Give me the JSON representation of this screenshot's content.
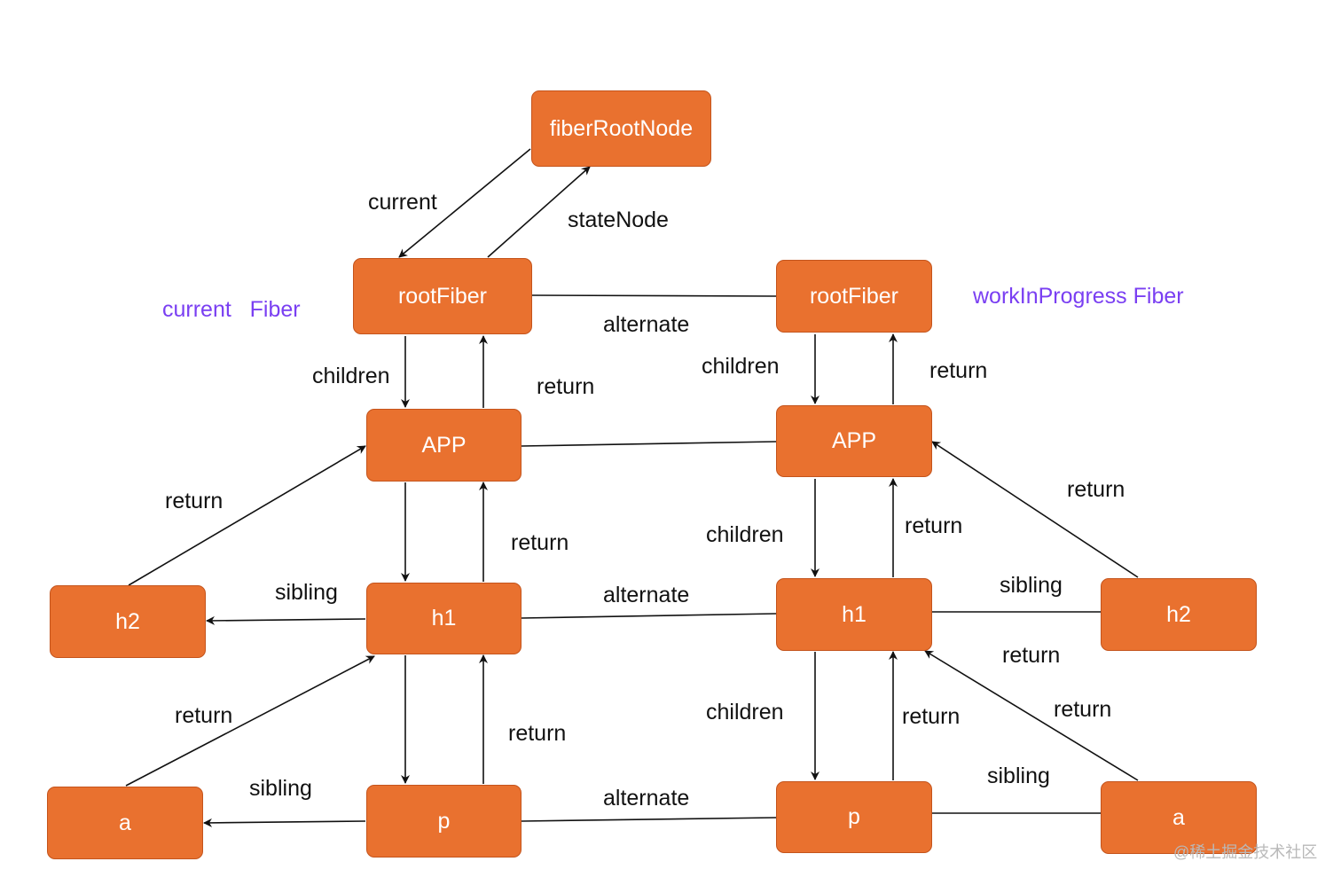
{
  "titles": {
    "current_fiber": "current   Fiber",
    "wip_fiber": "workInProgress Fiber"
  },
  "nodes": {
    "fiber_root_node": "fiberRootNode",
    "cur_root_fiber": "rootFiber",
    "wip_root_fiber": "rootFiber",
    "cur_app": "APP",
    "wip_app": "APP",
    "cur_h1": "h1",
    "wip_h1": "h1",
    "cur_h2": "h2",
    "wip_h2": "h2",
    "cur_p": "p",
    "wip_p": "p",
    "cur_a": "a",
    "wip_a": "a"
  },
  "edge_labels": {
    "current": "current",
    "state_node": "stateNode",
    "alternate_root": "alternate",
    "alternate_h1": "alternate",
    "alternate_p": "alternate",
    "cur_children_root_app": "children",
    "cur_return_app_root": "return",
    "cur_return_h2_app": "return",
    "cur_return_h1_app": "return",
    "cur_sibling_h1_h2": "sibling",
    "cur_return_a_h1": "return",
    "cur_return_p_h1": "return",
    "cur_sibling_p_a": "sibling",
    "wip_children_root_app": "children",
    "wip_return_app_root": "return",
    "wip_return_h2_app": "return",
    "wip_children_app_h1": "children",
    "wip_return_h1_app": "return",
    "wip_sibling_h1_h2": "sibling",
    "wip_return_h2_h1": "return",
    "wip_return_a_h1": "return",
    "wip_children_h1_p": "children",
    "wip_return_p_h1": "return",
    "wip_sibling_p_a": "sibling"
  },
  "colors": {
    "node_fill": "#e9712f",
    "node_border": "#c4541c",
    "title": "#7a3ff2",
    "line": "#111111"
  },
  "watermark": "@稀土掘金技术社区"
}
